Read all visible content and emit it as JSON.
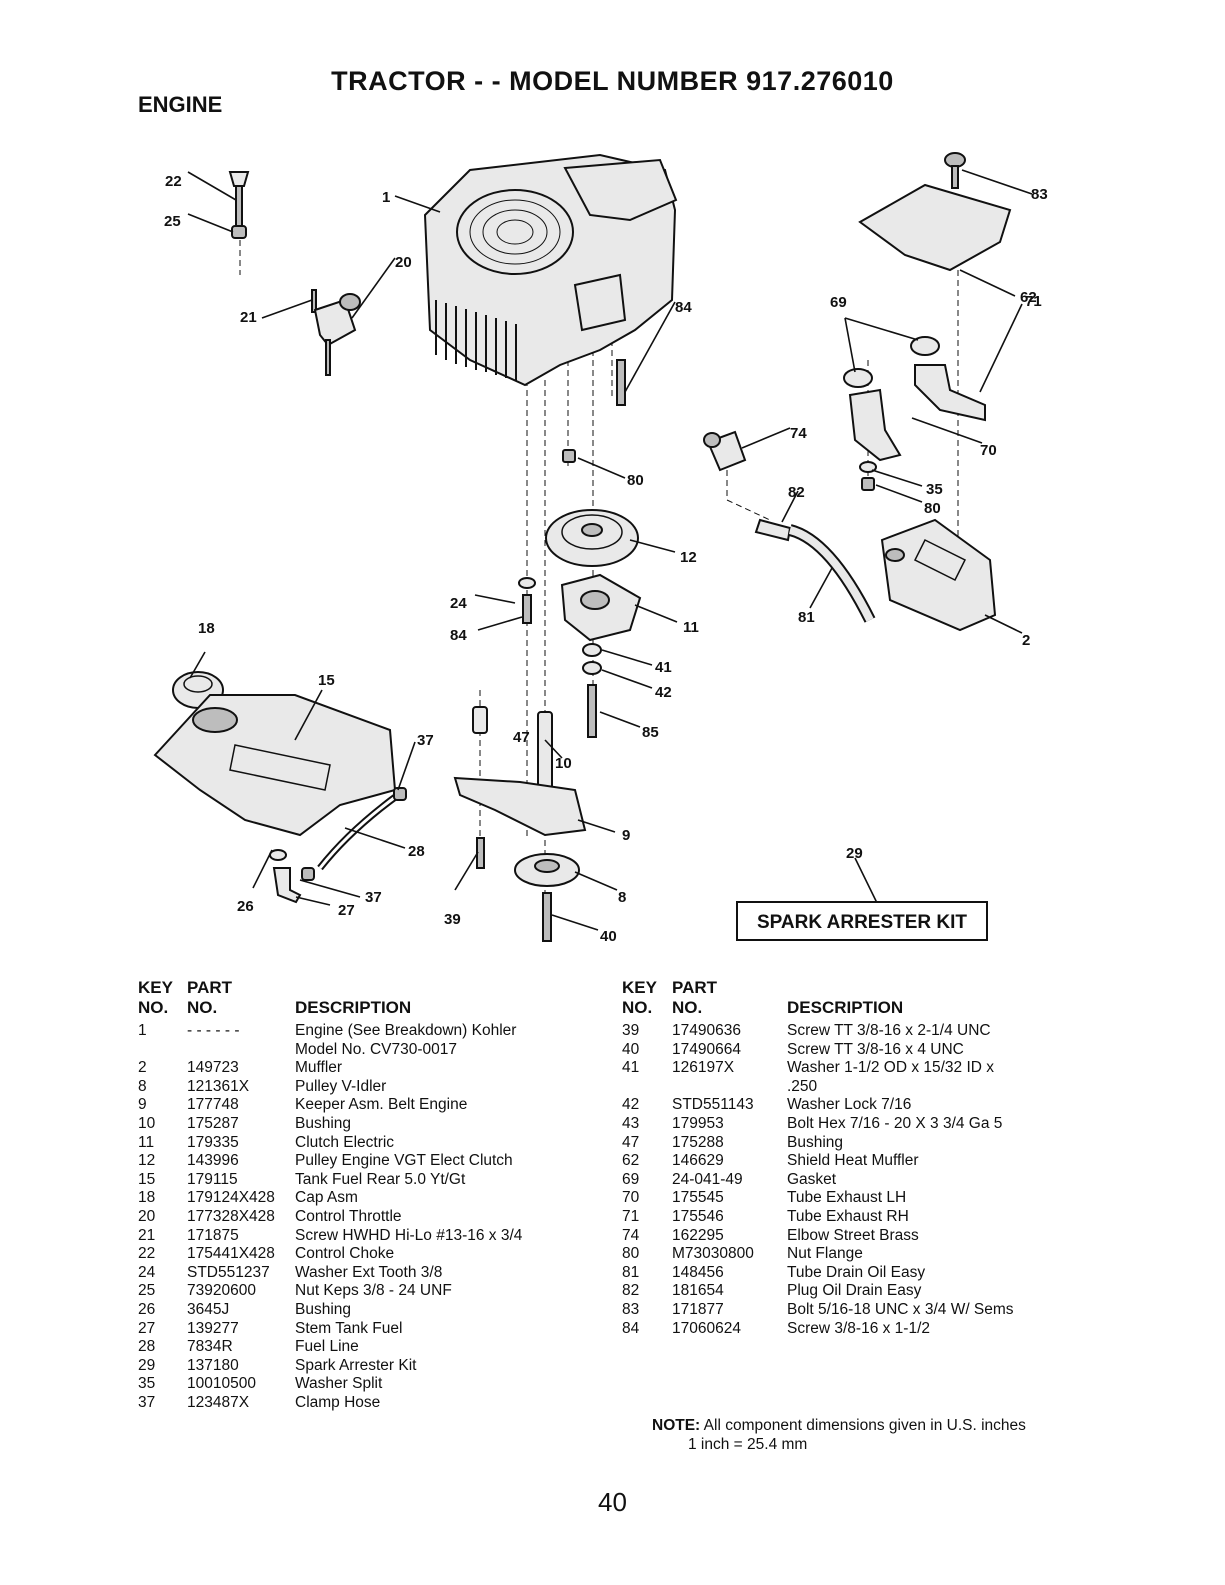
{
  "header": {
    "title": "TRACTOR - - MODEL NUMBER 917.276010",
    "section": "ENGINE"
  },
  "diagram": {
    "callouts": [
      "1",
      "2",
      "8",
      "9",
      "10",
      "11",
      "12",
      "15",
      "18",
      "20",
      "21",
      "22",
      "24",
      "25",
      "26",
      "27",
      "28",
      "29",
      "35",
      "37",
      "39",
      "40",
      "41",
      "42",
      "47",
      "62",
      "69",
      "70",
      "71",
      "74",
      "80",
      "81",
      "82",
      "83",
      "84",
      "85"
    ],
    "kit_label": "SPARK ARRESTER KIT"
  },
  "table_header": {
    "key_line1": "KEY",
    "key_line2": "NO.",
    "part_line1": "PART",
    "part_line2": "NO.",
    "description": "DESCRIPTION"
  },
  "parts_left": [
    {
      "key": "1",
      "part": "- - - - - -",
      "desc": "Engine (See Breakdown) Kohler",
      "desc2": "Model No. CV730-0017"
    },
    {
      "key": "2",
      "part": "149723",
      "desc": "Muffler"
    },
    {
      "key": "8",
      "part": "121361X",
      "desc": "Pulley V-Idler"
    },
    {
      "key": "9",
      "part": "177748",
      "desc": "Keeper Asm. Belt Engine"
    },
    {
      "key": "10",
      "part": "175287",
      "desc": "Bushing"
    },
    {
      "key": "11",
      "part": "179335",
      "desc": "Clutch Electric"
    },
    {
      "key": "12",
      "part": "143996",
      "desc": "Pulley Engine VGT Elect Clutch"
    },
    {
      "key": "15",
      "part": "179115",
      "desc": "Tank Fuel Rear 5.0 Yt/Gt"
    },
    {
      "key": "18",
      "part": "179124X428",
      "desc": "Cap Asm"
    },
    {
      "key": "20",
      "part": "177328X428",
      "desc": "Control Throttle"
    },
    {
      "key": "21",
      "part": "171875",
      "desc": "Screw HWHD Hi-Lo #13-16 x 3/4"
    },
    {
      "key": "22",
      "part": "175441X428",
      "desc": "Control Choke"
    },
    {
      "key": "24",
      "part": "STD551237",
      "desc": "Washer Ext Tooth 3/8"
    },
    {
      "key": "25",
      "part": "73920600",
      "desc": "Nut Keps 3/8 - 24 UNF"
    },
    {
      "key": "26",
      "part": "3645J",
      "desc": "Bushing"
    },
    {
      "key": "27",
      "part": "139277",
      "desc": "Stem Tank Fuel"
    },
    {
      "key": "28",
      "part": "7834R",
      "desc": "Fuel Line"
    },
    {
      "key": "29",
      "part": "137180",
      "desc": "Spark Arrester Kit"
    },
    {
      "key": "35",
      "part": "10010500",
      "desc": "Washer Split"
    },
    {
      "key": "37",
      "part": "123487X",
      "desc": "Clamp Hose"
    }
  ],
  "parts_right": [
    {
      "key": "39",
      "part": "17490636",
      "desc": "Screw TT  3/8-16 x 2-1/4 UNC"
    },
    {
      "key": "40",
      "part": "17490664",
      "desc": "Screw TT 3/8-16 x 4 UNC"
    },
    {
      "key": "41",
      "part": "126197X",
      "desc": "Washer 1-1/2 OD x 15/32 ID x",
      "desc2": ".250"
    },
    {
      "key": "42",
      "part": "STD551143",
      "desc": "Washer Lock 7/16"
    },
    {
      "key": "43",
      "part": "179953",
      "desc": "Bolt Hex 7/16 - 20 X 3 3/4 Ga 5"
    },
    {
      "key": "47",
      "part": "175288",
      "desc": "Bushing"
    },
    {
      "key": "62",
      "part": "146629",
      "desc": "Shield Heat Muffler"
    },
    {
      "key": "69",
      "part": "24-041-49",
      "desc": "Gasket"
    },
    {
      "key": "70",
      "part": "175545",
      "desc": "Tube Exhaust LH"
    },
    {
      "key": "71",
      "part": "175546",
      "desc": "Tube Exhaust RH"
    },
    {
      "key": "74",
      "part": "162295",
      "desc": "Elbow Street Brass"
    },
    {
      "key": "80",
      "part": "M73030800",
      "desc": "Nut Flange"
    },
    {
      "key": "81",
      "part": "148456",
      "desc": "Tube Drain Oil Easy"
    },
    {
      "key": "82",
      "part": "181654",
      "desc": "Plug Oil Drain Easy"
    },
    {
      "key": "83",
      "part": "171877",
      "desc": "Bolt 5/16-18 UNC x 3/4 W/ Sems"
    },
    {
      "key": "84",
      "part": "17060624",
      "desc": "Screw 3/8-16 x 1-1/2"
    }
  ],
  "note": {
    "label": "NOTE:",
    "line1": "All component dimensions given in U.S. inches",
    "line2": "1 inch = 25.4 mm"
  },
  "page_number": "40"
}
